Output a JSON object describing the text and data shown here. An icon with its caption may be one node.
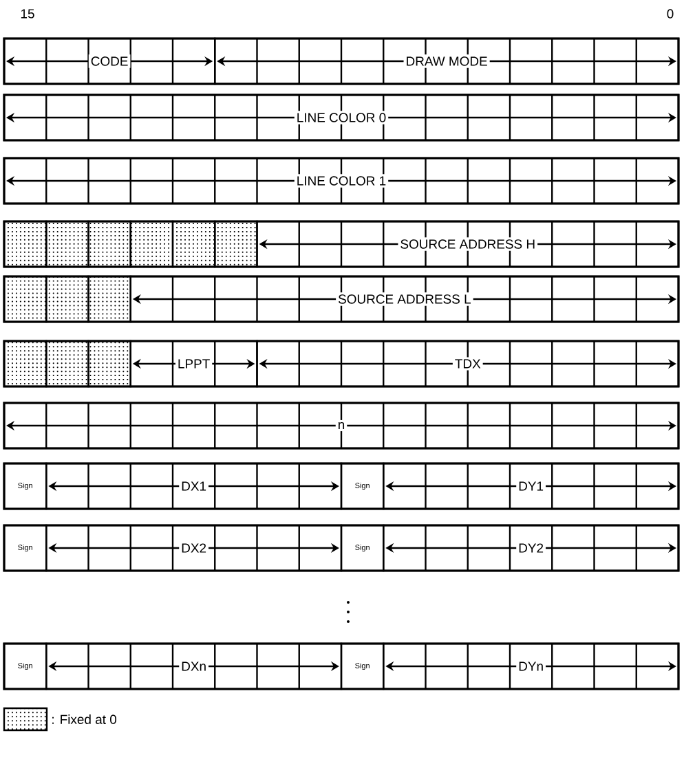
{
  "diagram": {
    "nodes": [
      {
        "text": [
          "CODE"
        ]
      },
      {
        "text": [
          "DRAW MODE"
        ]
      },
      {
        "text": [
          "LINE COLOR 0"
        ]
      },
      {
        "text": [
          "LINE COLOR 1"
        ]
      },
      {
        "text": [
          "SOURCE ADDRESS H"
        ]
      },
      {
        "text": [
          "SOURCE ADDRESS L"
        ]
      },
      {
        "text": [
          "LPPT"
        ]
      },
      {
        "text": [
          "TDX"
        ]
      },
      {
        "text": [
          "n"
        ]
      },
      {
        "text": [
          "Sign"
        ]
      },
      {
        "text": [
          "DX1"
        ]
      },
      {
        "text": [
          "Sign"
        ]
      },
      {
        "text": [
          "DY1"
        ]
      },
      {
        "text": [
          "Sign"
        ]
      },
      {
        "text": [
          "DX2"
        ]
      },
      {
        "text": [
          "Sign"
        ]
      },
      {
        "text": [
          "DY2"
        ]
      },
      {
        "text": [
          "Sign"
        ]
      },
      {
        "text": [
          "DXn"
        ]
      },
      {
        "text": [
          "Sign"
        ]
      },
      {
        "text": [
          "DYn"
        ]
      }
    ],
    "labels": [
      "15",
      "0"
    ],
    "legend": [
      {
        "text": ": Fixed at 0"
      }
    ]
  }
}
